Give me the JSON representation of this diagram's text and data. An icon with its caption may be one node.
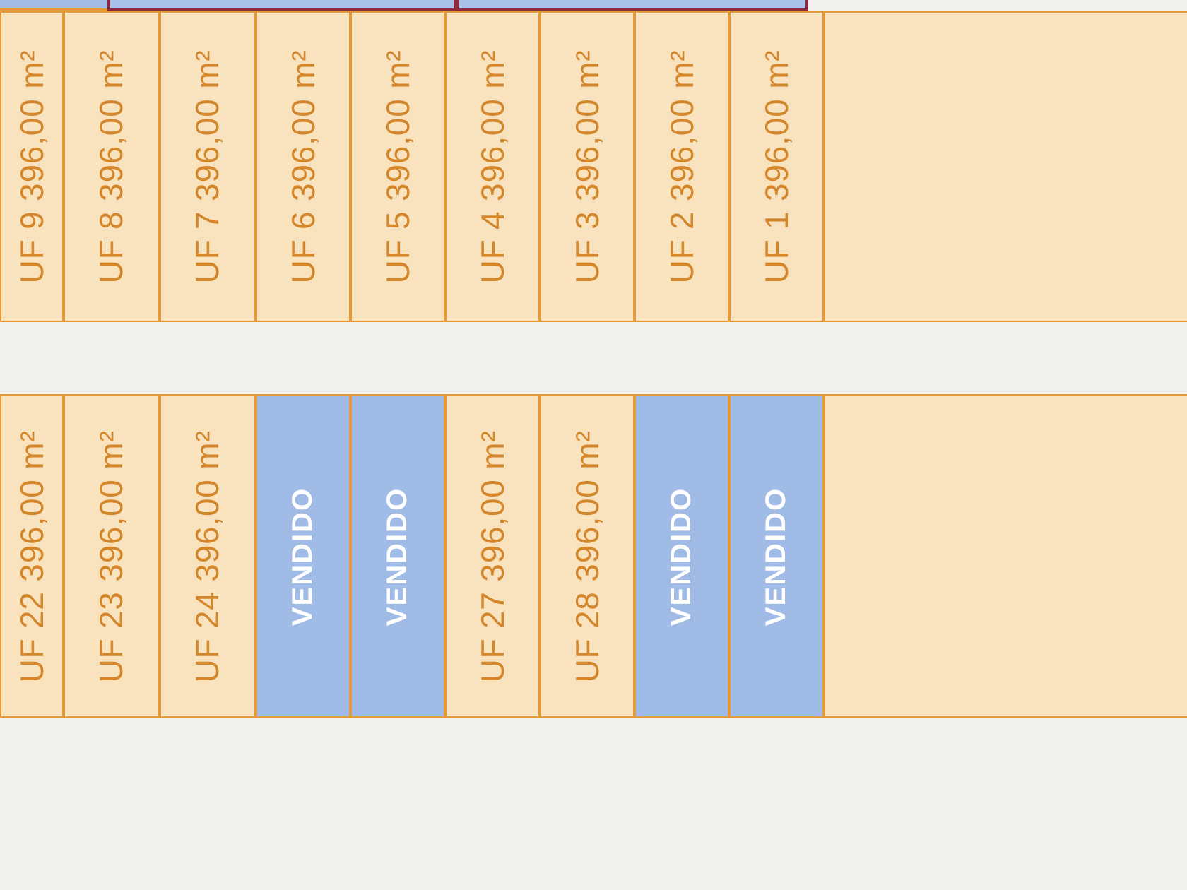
{
  "diagram": {
    "nodes": [
      {
        "text": [],
        "shape": "box"
      },
      {
        "text": [],
        "shape": "box"
      },
      {
        "text": [],
        "shape": "box"
      },
      {
        "text": [
          "UF 9 396,00 m²"
        ]
      },
      {
        "text": [
          "UF 8 396,00 m²"
        ]
      },
      {
        "text": [
          "UF 7 396,00 m²"
        ]
      },
      {
        "text": [
          "UF 6 396,00 m²"
        ]
      },
      {
        "text": [
          "UF 5 396,00 m²"
        ]
      },
      {
        "text": [
          "UF 4 396,00 m²"
        ]
      },
      {
        "text": [
          "UF 3 396,00 m²"
        ]
      },
      {
        "text": [
          "UF 2 396,00 m²"
        ]
      },
      {
        "text": [
          "UF 1 396,00 m²"
        ]
      },
      {
        "text": [],
        "shape": "box"
      },
      {
        "text": [
          "UF 22 396,00 m²"
        ]
      },
      {
        "text": [
          "UF 23 396,00 m²"
        ]
      },
      {
        "text": [
          "UF 24 396,00 m²"
        ]
      },
      {
        "text": [
          "VENDIDO"
        ]
      },
      {
        "text": [
          "VENDIDO"
        ]
      },
      {
        "text": [
          "UF 27 396,00 m²"
        ]
      },
      {
        "text": [
          "UF 28 396,00 m²"
        ]
      },
      {
        "text": [
          "VENDIDO"
        ]
      },
      {
        "text": [
          "VENDIDO"
        ]
      },
      {
        "text": [],
        "shape": "box"
      }
    ]
  }
}
